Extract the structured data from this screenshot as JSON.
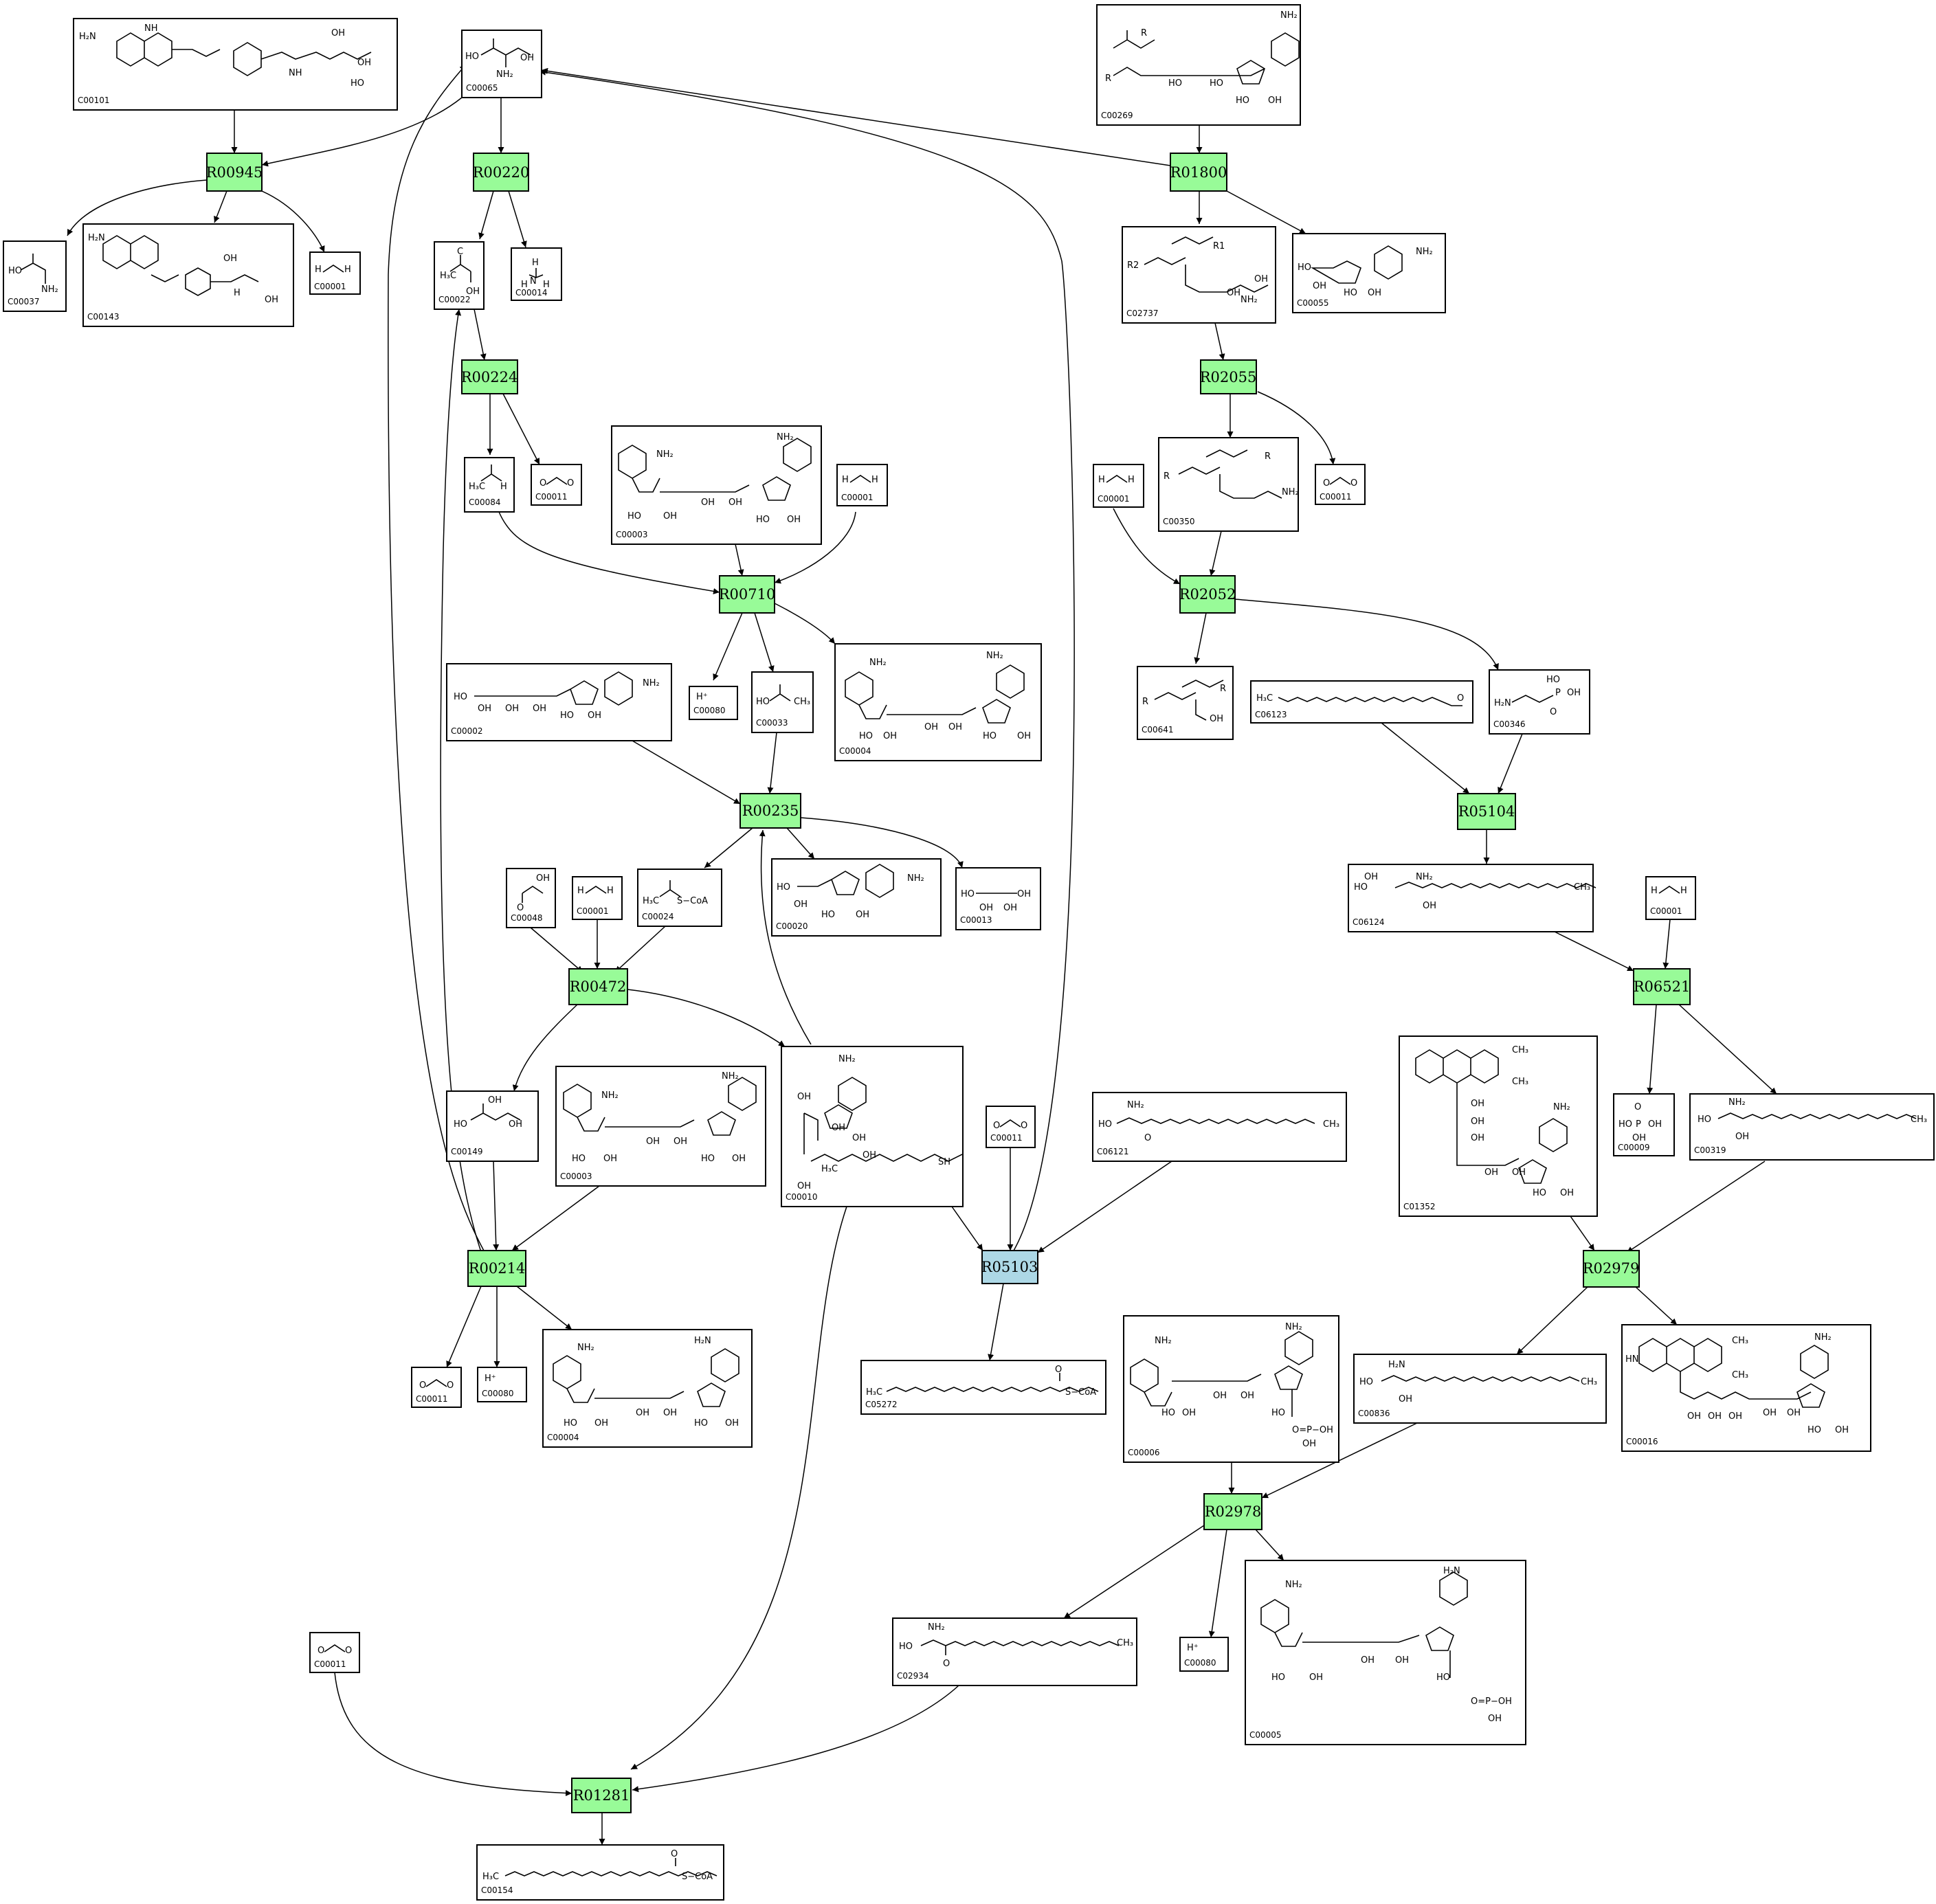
{
  "colors": {
    "reaction_fill": "#98fb98",
    "reaction_highlight_fill": "#add8e6",
    "compound_fill": "#ffffff",
    "stroke": "#000000"
  },
  "reactions": [
    {
      "id": "R00945",
      "label": "R00945",
      "highlight": false
    },
    {
      "id": "R00220",
      "label": "R00220",
      "highlight": false
    },
    {
      "id": "R01800",
      "label": "R01800",
      "highlight": false
    },
    {
      "id": "R00224",
      "label": "R00224",
      "highlight": false
    },
    {
      "id": "R02055",
      "label": "R02055",
      "highlight": false
    },
    {
      "id": "R00710",
      "label": "R00710",
      "highlight": false
    },
    {
      "id": "R02052",
      "label": "R02052",
      "highlight": false
    },
    {
      "id": "R00235",
      "label": "R00235",
      "highlight": false
    },
    {
      "id": "R05104",
      "label": "R05104",
      "highlight": false
    },
    {
      "id": "R00472",
      "label": "R00472",
      "highlight": false
    },
    {
      "id": "R06521",
      "label": "R06521",
      "highlight": false
    },
    {
      "id": "R00214",
      "label": "R00214",
      "highlight": false
    },
    {
      "id": "R05103",
      "label": "R05103",
      "highlight": true
    },
    {
      "id": "R02979",
      "label": "R02979",
      "highlight": false
    },
    {
      "id": "R02978",
      "label": "R02978",
      "highlight": false
    },
    {
      "id": "R01281",
      "label": "R01281",
      "highlight": false
    }
  ],
  "compounds": [
    {
      "key": "c00101",
      "label": "C00101"
    },
    {
      "key": "c00065",
      "label": "C00065"
    },
    {
      "key": "c00269",
      "label": "C00269"
    },
    {
      "key": "c00037",
      "label": "C00037"
    },
    {
      "key": "c00143",
      "label": "C00143"
    },
    {
      "key": "c00001_a",
      "label": "C00001"
    },
    {
      "key": "c00022",
      "label": "C00022"
    },
    {
      "key": "c00014",
      "label": "C00014"
    },
    {
      "key": "c02737",
      "label": "C02737"
    },
    {
      "key": "c00055",
      "label": "C00055"
    },
    {
      "key": "c00084",
      "label": "C00084"
    },
    {
      "key": "c00011_a",
      "label": "C00011"
    },
    {
      "key": "c00003_a",
      "label": "C00003"
    },
    {
      "key": "c00001_b",
      "label": "C00001"
    },
    {
      "key": "c00001_c",
      "label": "C00001"
    },
    {
      "key": "c00350",
      "label": "C00350"
    },
    {
      "key": "c00011_b",
      "label": "C00011"
    },
    {
      "key": "c00002",
      "label": "C00002"
    },
    {
      "key": "c00080_a",
      "label": "C00080"
    },
    {
      "key": "c00033",
      "label": "C00033"
    },
    {
      "key": "c00004_a",
      "label": "C00004"
    },
    {
      "key": "c00641",
      "label": "C00641"
    },
    {
      "key": "c06123",
      "label": "C06123"
    },
    {
      "key": "c00346",
      "label": "C00346"
    },
    {
      "key": "c00048",
      "label": "C00048"
    },
    {
      "key": "c00001_d",
      "label": "C00001"
    },
    {
      "key": "c00024",
      "label": "C00024"
    },
    {
      "key": "c00020",
      "label": "C00020"
    },
    {
      "key": "c00013",
      "label": "C00013"
    },
    {
      "key": "c06124",
      "label": "C06124"
    },
    {
      "key": "c00001_e",
      "label": "C00001"
    },
    {
      "key": "c00149",
      "label": "C00149"
    },
    {
      "key": "c00003_b",
      "label": "C00003"
    },
    {
      "key": "c00010",
      "label": "C00010"
    },
    {
      "key": "c00011_c",
      "label": "C00011"
    },
    {
      "key": "c06121",
      "label": "C06121"
    },
    {
      "key": "c01352",
      "label": "C01352"
    },
    {
      "key": "c00009",
      "label": "C00009"
    },
    {
      "key": "c00319",
      "label": "C00319"
    },
    {
      "key": "c00011_d",
      "label": "C00011"
    },
    {
      "key": "c00080_b",
      "label": "C00080"
    },
    {
      "key": "c00004_b",
      "label": "C00004"
    },
    {
      "key": "c05272",
      "label": "C05272"
    },
    {
      "key": "c00006",
      "label": "C00006"
    },
    {
      "key": "c00836",
      "label": "C00836"
    },
    {
      "key": "c00016",
      "label": "C00016"
    },
    {
      "key": "c02934",
      "label": "C02934"
    },
    {
      "key": "c00080_c",
      "label": "C00080"
    },
    {
      "key": "c00005",
      "label": "C00005"
    },
    {
      "key": "c00011_e",
      "label": "C00011"
    },
    {
      "key": "c00154",
      "label": "C00154"
    }
  ]
}
